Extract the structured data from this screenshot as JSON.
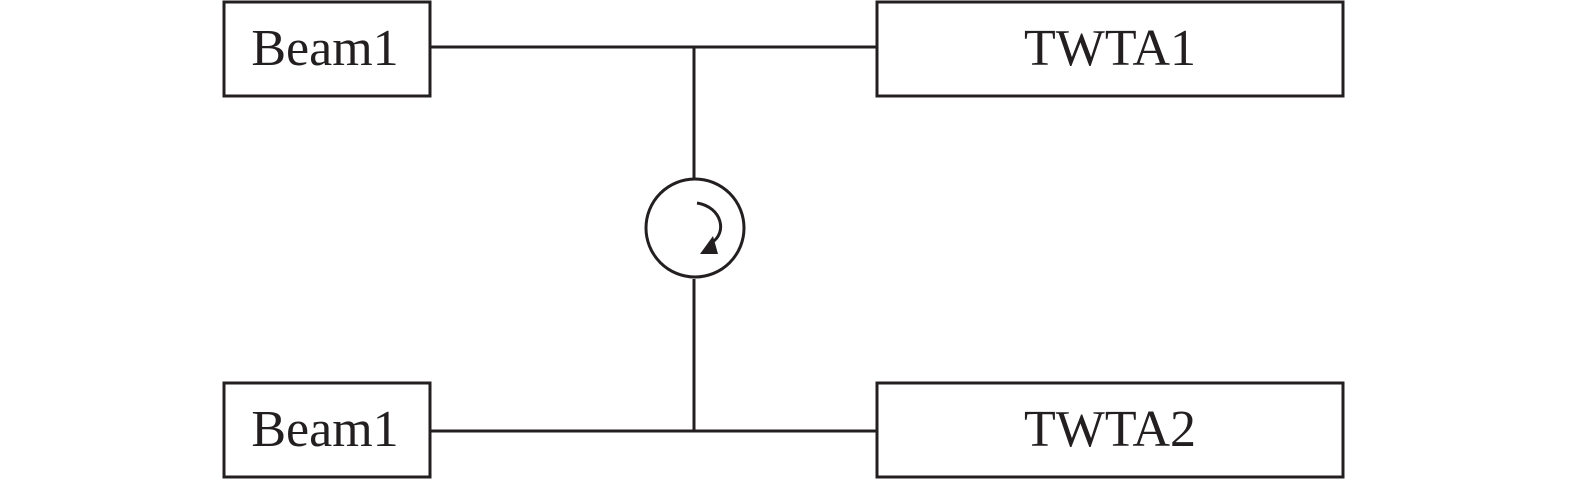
{
  "diagram": {
    "blocks": {
      "beam_top": "Beam1",
      "beam_bottom": "Beam1",
      "twta_top": "TWTA1",
      "twta_bottom": "TWTA2"
    },
    "symbols": {
      "circulator": "circulator-icon"
    },
    "colors": {
      "stroke": "#231f20",
      "background": "#ffffff"
    }
  }
}
